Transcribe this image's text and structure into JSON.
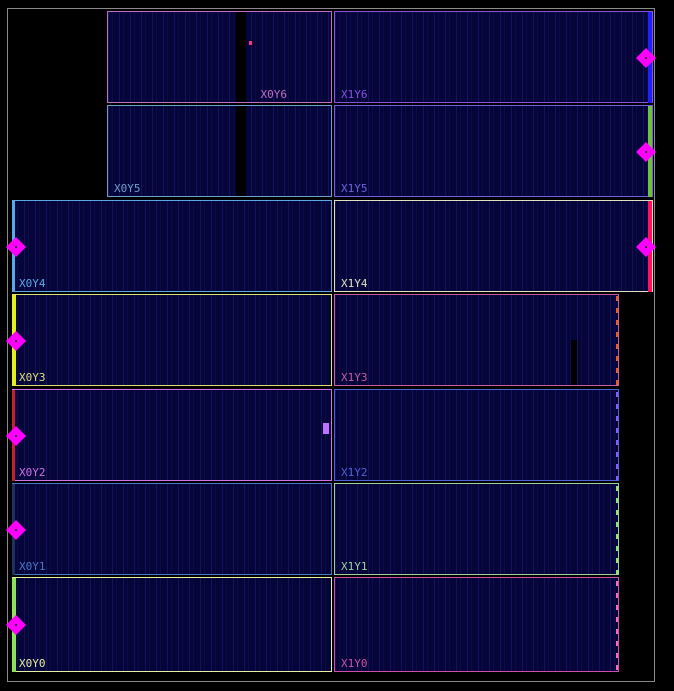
{
  "regions": [
    {
      "label": "X0Y6",
      "color": "#c070c0"
    },
    {
      "label": "X1Y6",
      "color": "#8a50e0"
    },
    {
      "label": "X0Y5",
      "color": "#6fa0c8"
    },
    {
      "label": "X1Y5",
      "color": "#7060e0"
    },
    {
      "label": "X0Y4",
      "color": "#5aa8e8"
    },
    {
      "label": "X1Y4",
      "color": "#e0e0c0"
    },
    {
      "label": "X0Y3",
      "color": "#dce07a"
    },
    {
      "label": "X1Y3",
      "color": "#c85aa0"
    },
    {
      "label": "X0Y2",
      "color": "#d070e8"
    },
    {
      "label": "X1Y2",
      "color": "#5060d8"
    },
    {
      "label": "X0Y1",
      "color": "#4a78c8"
    },
    {
      "label": "X1Y1",
      "color": "#9fd098"
    },
    {
      "label": "X0Y0",
      "color": "#e8f0a0"
    },
    {
      "label": "X1Y0",
      "color": "#d050a8"
    }
  ],
  "marker_icon": "diamond-marker-icon",
  "colors": {
    "background": "#000000",
    "region_fill": "#05053a",
    "die_border": "#8a8a8a",
    "marker": "#ff00ff"
  }
}
